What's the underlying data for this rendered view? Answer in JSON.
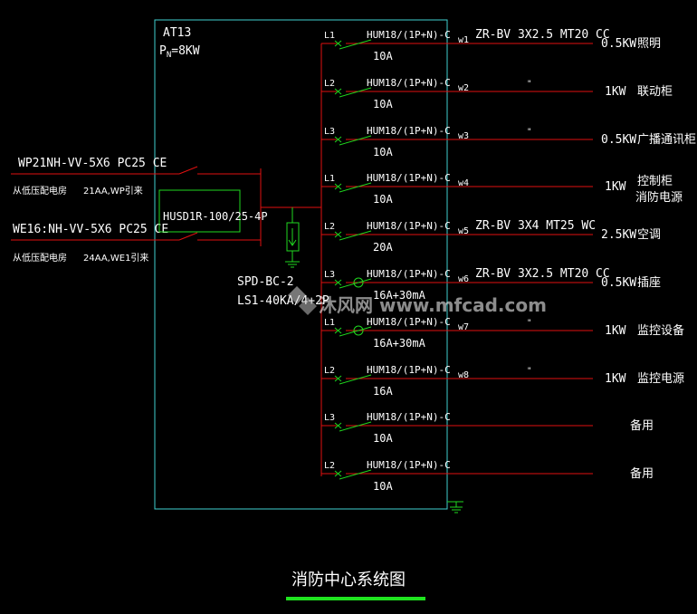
{
  "panel": {
    "name": "AT13",
    "power_label": "PN=8KW",
    "power_prefix": "P",
    "power_sub": "N",
    "power_value": "=8KW"
  },
  "incoming": [
    {
      "cable": "WP21NH-VV-5X6 PC25 CE",
      "source": "从低压配电房",
      "source_note": "21AA,WP引来"
    },
    {
      "cable": "WE16:NH-VV-5X6 PC25 CE",
      "source": "从低压配电房",
      "source_note": "24AA,WE1引来"
    }
  ],
  "main_switch": "HUSD1R-100/25-4P",
  "spd": {
    "model": "SPD-BC-2",
    "rating": "LS1-40KA/4+2P"
  },
  "circuits": [
    {
      "phase": "L1",
      "breaker": "HUM18/(1P+N)-C",
      "rating": "10A",
      "id": "w1",
      "cable": "ZR-BV 3X2.5 MT20 CC",
      "load": "0.5KW",
      "desc": "照明"
    },
    {
      "phase": "L2",
      "breaker": "HUM18/(1P+N)-C",
      "rating": "10A",
      "id": "w2",
      "cable": "\"",
      "load": "1KW",
      "desc": "联动柜"
    },
    {
      "phase": "L3",
      "breaker": "HUM18/(1P+N)-C",
      "rating": "10A",
      "id": "w3",
      "cable": "\"",
      "load": "0.5KW",
      "desc": "广播通讯柜"
    },
    {
      "phase": "L1",
      "breaker": "HUM18/(1P+N)-C",
      "rating": "10A",
      "id": "w4",
      "cable": "",
      "load": "1KW",
      "desc": "控制柜",
      "desc2": "消防电源"
    },
    {
      "phase": "L2",
      "breaker": "HUM18/(1P+N)-C",
      "rating": "20A",
      "id": "w5",
      "cable": "ZR-BV 3X4  MT25 WC",
      "load": "2.5KW",
      "desc": "空调"
    },
    {
      "phase": "L3",
      "breaker": "HUM18/(1P+N)-C",
      "rating": "16A+30mA",
      "id": "w6",
      "cable": "ZR-BV 3X2.5 MT20 CC",
      "load": "0.5KW",
      "desc": "插座"
    },
    {
      "phase": "L1",
      "breaker": "HUM18/(1P+N)-C",
      "rating": "16A+30mA",
      "id": "w7",
      "cable": "\"",
      "load": "1KW",
      "desc": "监控设备"
    },
    {
      "phase": "L2",
      "breaker": "HUM18/(1P+N)-C",
      "rating": "16A",
      "id": "w8",
      "cable": "\"",
      "load": "1KW",
      "desc": "监控电源"
    },
    {
      "phase": "L3",
      "breaker": "HUM18/(1P+N)-C",
      "rating": "10A",
      "id": "",
      "cable": "",
      "load": "",
      "desc": "备用"
    },
    {
      "phase": "L2",
      "breaker": "HUM18/(1P+N)-C",
      "rating": "10A",
      "id": "",
      "cable": "",
      "load": "",
      "desc": "备用"
    }
  ],
  "watermark": "沐风网 www.mfcad.com",
  "title": "消防中心系统图",
  "colors": {
    "wire": "#e01010",
    "box": "#3fd0d0",
    "breaker": "#1fd81f",
    "text": "#ffffff",
    "title_bar": "#1fe31f"
  }
}
